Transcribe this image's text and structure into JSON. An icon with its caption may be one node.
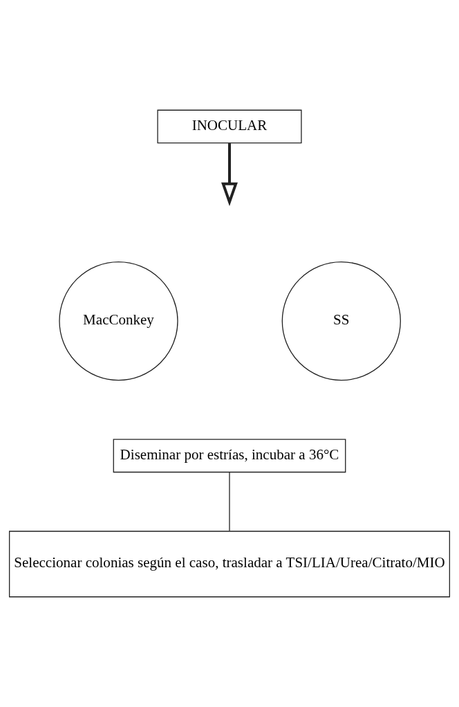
{
  "diagram": {
    "nodes": [
      {
        "text": [
          "INOCULAR"
        ]
      },
      {
        "text": [
          "MacConkey"
        ]
      },
      {
        "text": [
          "SS"
        ]
      },
      {
        "text": [
          "Diseminar por estrías, incubar a 36°C"
        ]
      },
      {
        "text": [
          "Seleccionar colonias según el caso, trasladar a TSI/LIA/Urea/Citrato/MIO"
        ]
      }
    ],
    "edges": [
      {
        "from": 0,
        "to": null,
        "arrow": "to",
        "style": "thick"
      },
      {
        "from": 3,
        "to": 4,
        "arrow": "none"
      }
    ]
  }
}
